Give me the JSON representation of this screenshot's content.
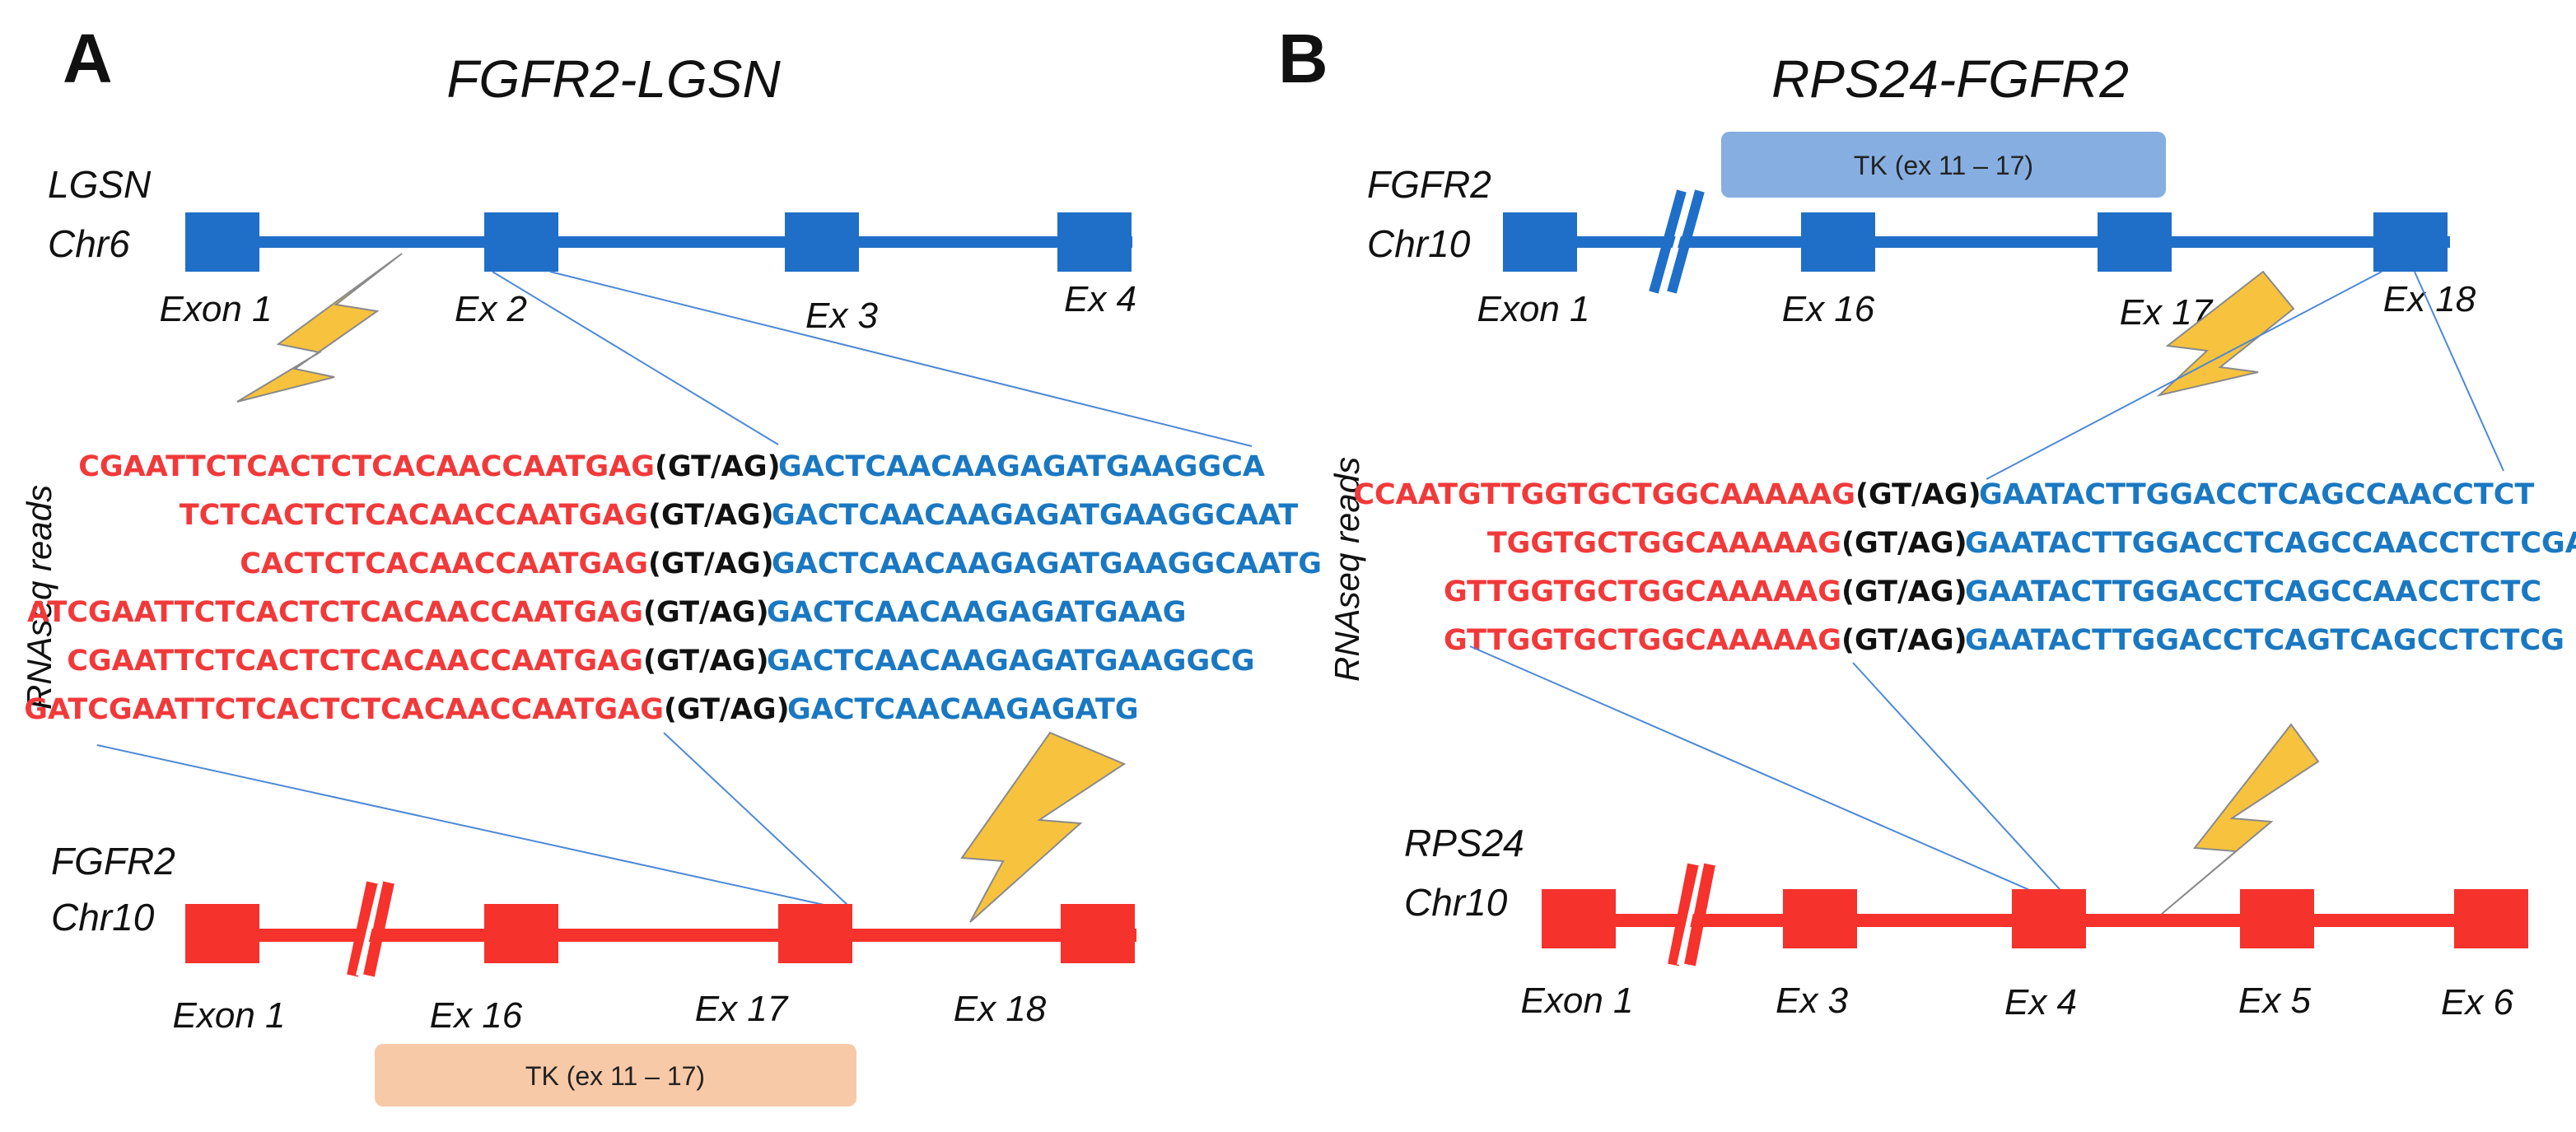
{
  "colors": {
    "blue_gene": "#1f6fc8",
    "red_gene": "#f5322c",
    "seq_red": "#f2393a",
    "seq_blue": "#1a78c2",
    "seq_black": "#111111",
    "tk_blue": "#86aee0",
    "tk_orange": "#f8c9a7",
    "bolt": "#f7c33e",
    "connector": "#4d88d6"
  },
  "panel_a": {
    "letter": "A",
    "title": "FGFR2-LGSN",
    "gene_top": {
      "name": "LGSN",
      "chrom": "Chr6",
      "exons": [
        "Exon 1",
        "Ex 2",
        "Ex 3",
        "Ex 4"
      ]
    },
    "reads_label": "RNAseq reads",
    "reads": [
      {
        "red": "CGAATTCTCACTCTCACAACCAATGAG",
        "junction": "(GT/AG)",
        "blue": "GACTCAACAAGAGATGAAGGCA"
      },
      {
        "red": "TCTCACTCTCACAACCAATGAG",
        "junction": "(GT/AG)",
        "blue": "GACTCAACAAGAGATGAAGGCAAT"
      },
      {
        "red": "CACTCTCACAACCAATGAG",
        "junction": "(GT/AG)",
        "blue": "GACTCAACAAGAGATGAAGGCAATG"
      },
      {
        "red": "ATCGAATTCTCACTCTCACAACCAATGAG",
        "junction": "(GT/AG)",
        "blue": "GACTCAACAAGAGATGAAG"
      },
      {
        "red": "CGAATTCTCACTCTCACAACCAATGAG",
        "junction": "(GT/AG)",
        "blue": "GACTCAACAAGAGATGAAGGCG"
      },
      {
        "red": "GATCGAATTCTCACTCTCACAACCAATGAG",
        "junction": "(GT/AG)",
        "blue": "GACTCAACAAGAGATG"
      }
    ],
    "gene_bottom": {
      "name": "FGFR2",
      "chrom": "Chr10",
      "exons": [
        "Exon 1",
        "Ex 16",
        "Ex 17",
        "Ex 18"
      ]
    },
    "tk_label": "TK (ex 11 – 17)"
  },
  "panel_b": {
    "letter": "B",
    "title": "RPS24-FGFR2",
    "tk_label": "TK (ex 11 – 17)",
    "gene_top": {
      "name": "FGFR2",
      "chrom": "Chr10",
      "exons": [
        "Exon 1",
        "Ex 16",
        "Ex 17",
        "Ex 18"
      ]
    },
    "reads_label": "RNAseq reads",
    "reads": [
      {
        "red": "CCAATGTTGGTGCTGGCAAAAAG",
        "junction": "(GT/AG)",
        "blue": "GAATACTTGGACCTCAGCCAACCTCT"
      },
      {
        "red": "TGGTGCTGGCAAAAAG",
        "junction": "(GT/AG)",
        "blue": "GAATACTTGGACCTCAGCCAACCTCTCGA"
      },
      {
        "red": "GTTGGTGCTGGCAAAAAG",
        "junction": "(GT/AG)",
        "blue": "GAATACTTGGACCTCAGCCAACCTCTC"
      },
      {
        "red": "GTTGGTGCTGGCAAAAAG",
        "junction": "(GT/AG)",
        "blue": "GAATACTTGGACCTCAGTCAGCCTCTCG"
      }
    ],
    "gene_bottom": {
      "name": "RPS24",
      "chrom": "Chr10",
      "exons": [
        "Exon 1",
        "Ex 3",
        "Ex 4",
        "Ex 5",
        "Ex 6"
      ]
    }
  }
}
